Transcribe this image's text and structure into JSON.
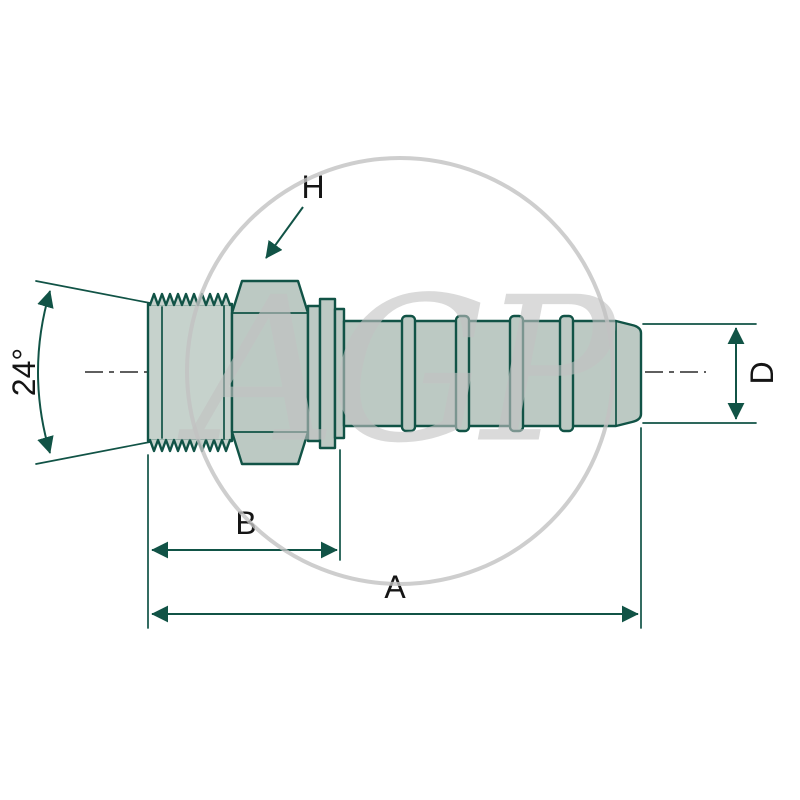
{
  "diagram": {
    "labels": {
      "hex_flats": "H",
      "cone_angle": "24°",
      "barb_diameter": "D",
      "length_b": "B",
      "length_a": "A"
    },
    "watermark": {
      "text": "AGP"
    },
    "colors": {
      "line": "#115346",
      "fill": "#bcc9c3",
      "fill_light": "#c6d2cc",
      "centerline": "#2a2a2a",
      "text": "#151515",
      "watermark": "#c2c2c2",
      "background": "#ffffff"
    }
  }
}
